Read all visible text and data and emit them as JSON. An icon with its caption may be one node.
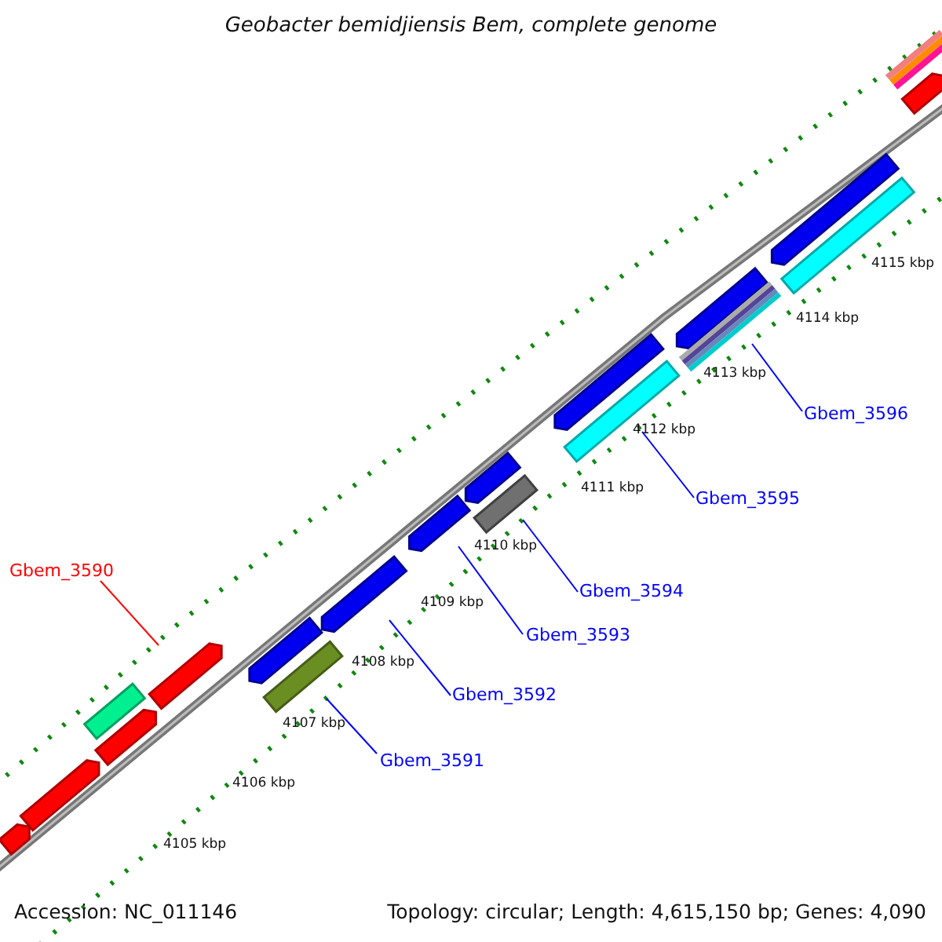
{
  "diagram": {
    "title": "Geobacter bemidjiensis Bem, complete genome",
    "nodes": [
      {
        "text": [
          "Gbem_3590"
        ]
      },
      {
        "text": [
          "Gbem_3591"
        ]
      },
      {
        "text": [
          "Gbem_3592"
        ]
      },
      {
        "text": [
          "Gbem_3593"
        ]
      },
      {
        "text": [
          "Gbem_3594"
        ]
      },
      {
        "text": [
          "Gbem_3595"
        ]
      },
      {
        "text": [
          "Gbem_3596"
        ]
      },
      {
        "text": [],
        "shape": "bar"
      },
      {
        "text": [],
        "shape": "bar"
      },
      {
        "text": [],
        "shape": "bar"
      },
      {
        "text": [],
        "shape": "bar"
      },
      {
        "text": [],
        "shape": "bar"
      },
      {
        "text": [],
        "shape": "bar"
      },
      {
        "text": [],
        "shape": "bar"
      },
      {
        "text": [],
        "shape": "bar"
      },
      {
        "text": [],
        "shape": "bar"
      },
      {
        "text": [],
        "shape": "bar"
      },
      {
        "text": [],
        "shape": "bar"
      },
      {
        "text": [],
        "shape": "bar"
      },
      {
        "text": [],
        "shape": "bar"
      },
      {
        "text": [],
        "shape": "bar"
      },
      {
        "text": [],
        "shape": "bar"
      },
      {
        "text": [],
        "shape": "bar"
      },
      {
        "text": [],
        "shape": "bar"
      },
      {
        "text": [],
        "shape": "bar"
      },
      {
        "text": [],
        "shape": "bar"
      }
    ],
    "edges": [
      {
        "from": 0,
        "to": 11,
        "arrow": "none",
        "color": "#ff0000"
      },
      {
        "from": 1,
        "to": 13,
        "arrow": "none"
      },
      {
        "from": 2,
        "to": 14,
        "arrow": "none"
      },
      {
        "from": 3,
        "to": 15,
        "arrow": "none"
      },
      {
        "from": 4,
        "to": 17,
        "arrow": "none"
      },
      {
        "from": 5,
        "to": 19,
        "arrow": "none"
      },
      {
        "from": 6,
        "to": 21,
        "arrow": "none"
      }
    ],
    "labels": [
      "4115 kbp",
      "4114 kbp",
      "4113 kbp",
      "4112 kbp",
      "4111 kbp",
      "4110 kbp",
      "4109 kbp",
      "4108 kbp",
      "4107 kbp",
      "4106 kbp",
      "4105 kbp",
      "Accession: NC_011146",
      "Topology: circular; Length: 4,615,150 bp; Genes: 4,090"
    ]
  }
}
